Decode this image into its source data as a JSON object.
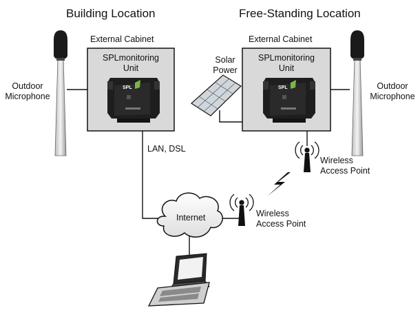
{
  "sections": {
    "left": "Building Location",
    "right": "Free-Standing Location"
  },
  "cabinet_left": {
    "title": "External Cabinet",
    "unit_line1": "SPLmonitoring",
    "unit_line2": "Unit",
    "device_badge": "SPL"
  },
  "cabinet_right": {
    "title": "External Cabinet",
    "unit_line1": "SPLmonitoring",
    "unit_line2": "Unit",
    "device_badge": "SPL"
  },
  "mic_left": {
    "line1": "Outdoor",
    "line2": "Microphone"
  },
  "mic_right": {
    "line1": "Outdoor",
    "line2": "Microphone"
  },
  "solar": {
    "line1": "Solar",
    "line2": "Power"
  },
  "lan_label": "LAN, DSL",
  "internet_label": "Internet",
  "ap_right": {
    "line1": "Wireless",
    "line2": "Access Point"
  },
  "ap_bottom": {
    "line1": "Wireless",
    "line2": "Access Point"
  },
  "colors": {
    "cabinet_fill": "#d9d9d9",
    "device": "#1e1e1e",
    "device_accent": "#7ab648",
    "line": "#111111",
    "solar_panel": "#cfd6dc"
  },
  "icons": [
    "microphone-icon",
    "solar-panel-icon",
    "monitoring-device-icon",
    "cloud-icon",
    "antenna-icon",
    "lightning-bolt-icon",
    "laptop-icon"
  ]
}
